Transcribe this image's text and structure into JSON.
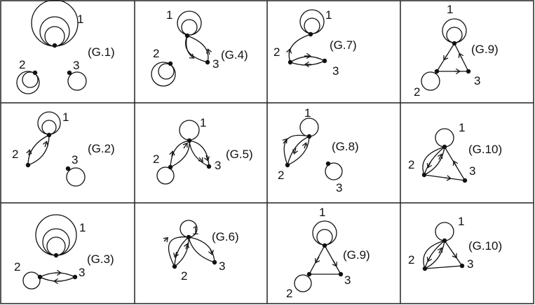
{
  "panels": [
    {
      "caption": "(G.1)",
      "labels": [
        "1",
        "2",
        "3"
      ]
    },
    {
      "caption": "(G.4)",
      "labels": [
        "1",
        "2",
        "3"
      ]
    },
    {
      "caption": "(G.7)",
      "labels": [
        "1",
        "2",
        "3"
      ]
    },
    {
      "caption": "(G.9)",
      "labels": [
        "1",
        "2",
        "3"
      ]
    },
    {
      "caption": "(G.2)",
      "labels": [
        "1",
        "2",
        "3"
      ]
    },
    {
      "caption": "(G.5)",
      "labels": [
        "1",
        "2",
        "3"
      ]
    },
    {
      "caption": "(G.8)",
      "labels": [
        "1",
        "2",
        "3"
      ]
    },
    {
      "caption": "(G.10)",
      "labels": [
        "1",
        "2",
        "3"
      ]
    },
    {
      "caption": "(G.3)",
      "labels": [
        "1",
        "2",
        "3"
      ]
    },
    {
      "caption": "(G.6)",
      "labels": [
        "1",
        "2",
        "3"
      ]
    },
    {
      "caption": "(G.9)",
      "labels": [
        "1",
        "2",
        "3"
      ]
    },
    {
      "caption": "(G.10)",
      "labels": [
        "1",
        "2",
        "3"
      ]
    }
  ]
}
